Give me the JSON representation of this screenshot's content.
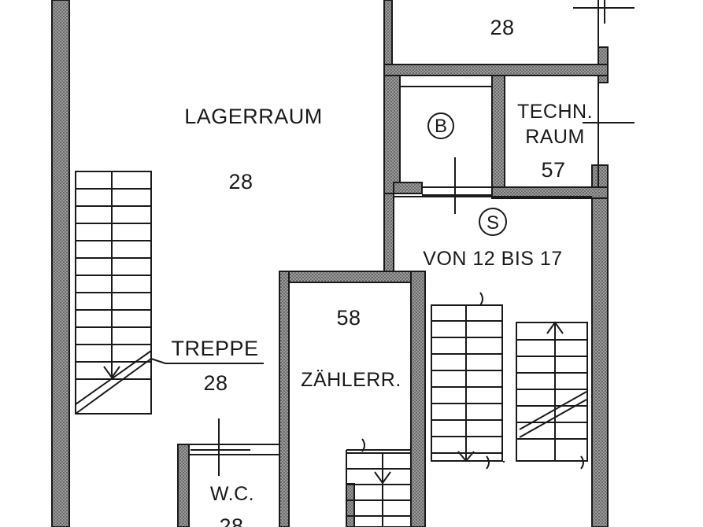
{
  "rooms": {
    "lagerraum": {
      "name": "LAGERRAUM",
      "number": "28"
    },
    "top_room": {
      "number": "28"
    },
    "techn_raum": {
      "name_line1": "TECHN.",
      "name_line2": "RAUM",
      "number": "57"
    },
    "zaehlerraum": {
      "number": "58",
      "name": "ZÄHLERR."
    },
    "treppe": {
      "name": "TREPPE",
      "number": "28"
    },
    "wc": {
      "name": "W.C.",
      "number": "28"
    },
    "stairwell": {
      "symbol": "S",
      "range": "VON 12 BIS 17"
    },
    "b_room": {
      "symbol": "B"
    }
  },
  "colors": {
    "wall_hatch": "#8c8c8c",
    "line": "#1a1a1a",
    "background": "#ffffff"
  }
}
